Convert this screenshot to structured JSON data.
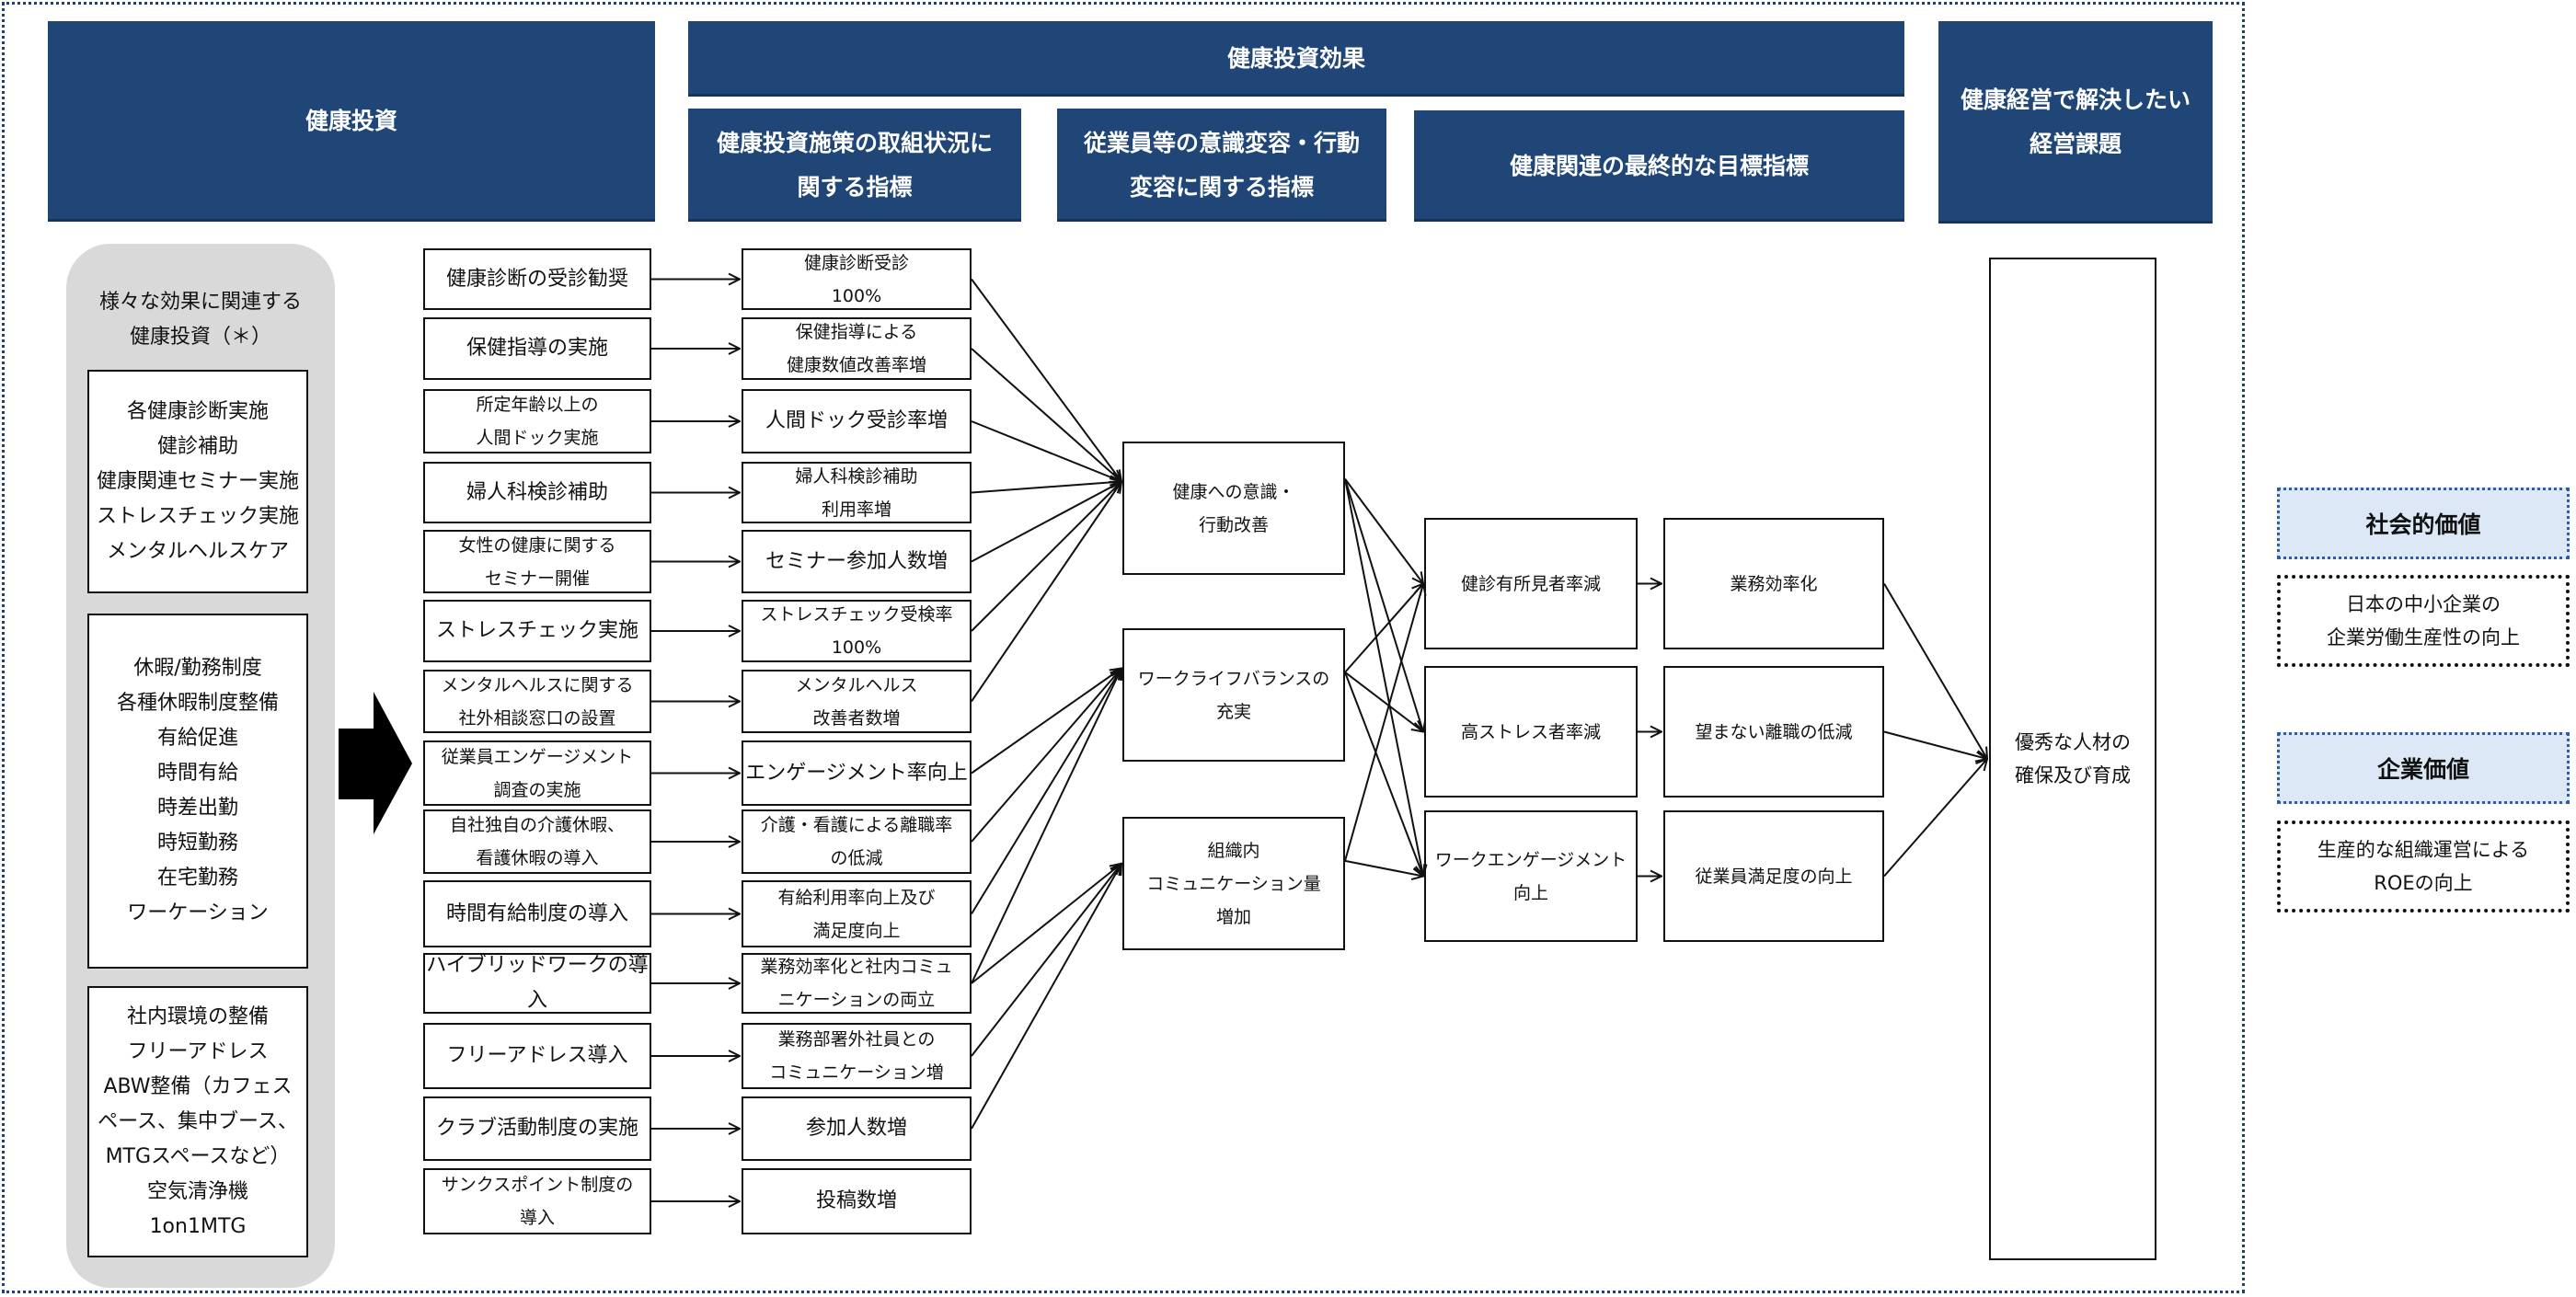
{
  "headers": {
    "investment": "健康投資",
    "effect": "健康投資効果",
    "measures_indicator": "健康投資施策の取組状況に\n関する指標",
    "behavior_indicator": "従業員等の意識変容・行動\n変容に関する指標",
    "final_indicator": "健康関連の最終的な目標指標",
    "management_issue": "健康経営で解決したい\n経営課題"
  },
  "left_panel": {
    "title": "様々な効果に関連する\n健康投資（＊）",
    "groups": [
      {
        "items": [
          "各健康診断実施",
          "健診補助",
          "健康関連セミナー実施",
          "ストレスチェック実施",
          "メンタルヘルスケア"
        ]
      },
      {
        "items": [
          "休暇/勤務制度",
          "各種休暇制度整備",
          "有給促進",
          "時間有給",
          "時差出勤",
          "時短勤務",
          "在宅勤務",
          "ワーケーション"
        ]
      },
      {
        "items": [
          "社内環境の整備",
          "フリーアドレス",
          "ABW整備（カフェス",
          "ペース、集中ブース、",
          "MTGスペースなど）",
          "空気清浄機",
          "1on1MTG"
        ]
      }
    ]
  },
  "measures": [
    {
      "label": "健康診断の受診勧奨",
      "indicator": "健康診断受診\n100%"
    },
    {
      "label": "保健指導の実施",
      "indicator": "保健指導による\n健康数値改善率増"
    },
    {
      "label": "所定年齢以上の\n人間ドック実施",
      "indicator": "人間ドック受診率増"
    },
    {
      "label": "婦人科検診補助",
      "indicator": "婦人科検診補助\n利用率増"
    },
    {
      "label": "女性の健康に関する\nセミナー開催",
      "indicator": "セミナー参加人数増"
    },
    {
      "label": "ストレスチェック実施",
      "indicator": "ストレスチェック受検率\n100%"
    },
    {
      "label": "メンタルヘルスに関する\n社外相談窓口の設置",
      "indicator": "メンタルヘルス\n改善者数増"
    },
    {
      "label": "従業員エンゲージメント\n調査の実施",
      "indicator": "エンゲージメント率向上"
    },
    {
      "label": "自社独自の介護休暇、\n看護休暇の導入",
      "indicator": "介護・看護による離職率\nの低減"
    },
    {
      "label": "時間有給制度の導入",
      "indicator": "有給利用率向上及び\n満足度向上"
    },
    {
      "label": "ハイブリッドワークの導入",
      "indicator": "業務効率化と社内コミュ\nニケーションの両立"
    },
    {
      "label": "フリーアドレス導入",
      "indicator": "業務部署外社員との\nコミュニケーション増"
    },
    {
      "label": "クラブ活動制度の実施",
      "indicator": "参加人数増"
    },
    {
      "label": "サンクスポイント制度の\n導入",
      "indicator": "投稿数増"
    }
  ],
  "behavior": [
    {
      "label": "健康への意識・\n行動改善"
    },
    {
      "label": "ワークライフバランスの\n充実"
    },
    {
      "label": "組織内\nコミュニケーション量\n増加"
    }
  ],
  "final_indicators": [
    {
      "label": "健診有所見者率減",
      "goal": "業務効率化"
    },
    {
      "label": "高ストレス者率減",
      "goal": "望まない離職の低減"
    },
    {
      "label": "ワークエンゲージメント\n向上",
      "goal": "従業員満足度の向上"
    }
  ],
  "management_goal": "優秀な人材の\n確保及び育成",
  "values": [
    {
      "title": "社会的価値",
      "body": "日本の中小企業の\n企業労働生産性の向上"
    },
    {
      "title": "企業価値",
      "body": "生産的な組織運営による\nROEの向上"
    }
  ],
  "links": {
    "indicator_to_behavior": [
      [
        0,
        0
      ],
      [
        1,
        0
      ],
      [
        2,
        0
      ],
      [
        3,
        0
      ],
      [
        4,
        0
      ],
      [
        5,
        0
      ],
      [
        6,
        0
      ],
      [
        7,
        1
      ],
      [
        8,
        1
      ],
      [
        9,
        1
      ],
      [
        10,
        1
      ],
      [
        10,
        2
      ],
      [
        11,
        2
      ],
      [
        12,
        2
      ]
    ],
    "behavior_to_final": [
      [
        0,
        0
      ],
      [
        0,
        1
      ],
      [
        0,
        2
      ],
      [
        1,
        0
      ],
      [
        1,
        1
      ],
      [
        1,
        2
      ],
      [
        2,
        0
      ],
      [
        2,
        2
      ]
    ]
  },
  "colors": {
    "header": "#1f4677",
    "panel": "#d9d9d9",
    "value_head": "#dce8f5",
    "frame": "#1f3f78"
  }
}
